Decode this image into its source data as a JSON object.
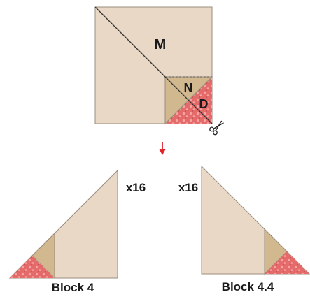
{
  "colors": {
    "fabric_light": "#e9d8c6",
    "fabric_tan": "#d2b88f",
    "fabric_floral": "#e56b6b",
    "floral_spot": "#f7a6a6",
    "outline": "#9b8d7f",
    "arrow": "#e0262b",
    "text": "#1a1a1a"
  },
  "top_square": {
    "label_m": "M",
    "label_n": "N",
    "label_d": "D",
    "scissors_icon": "scissors-icon"
  },
  "arrow": {
    "icon": "arrow-down-icon"
  },
  "block_left": {
    "count": "x16",
    "caption": "Block 4"
  },
  "block_right": {
    "count": "x16",
    "caption": "Block 4.4"
  }
}
